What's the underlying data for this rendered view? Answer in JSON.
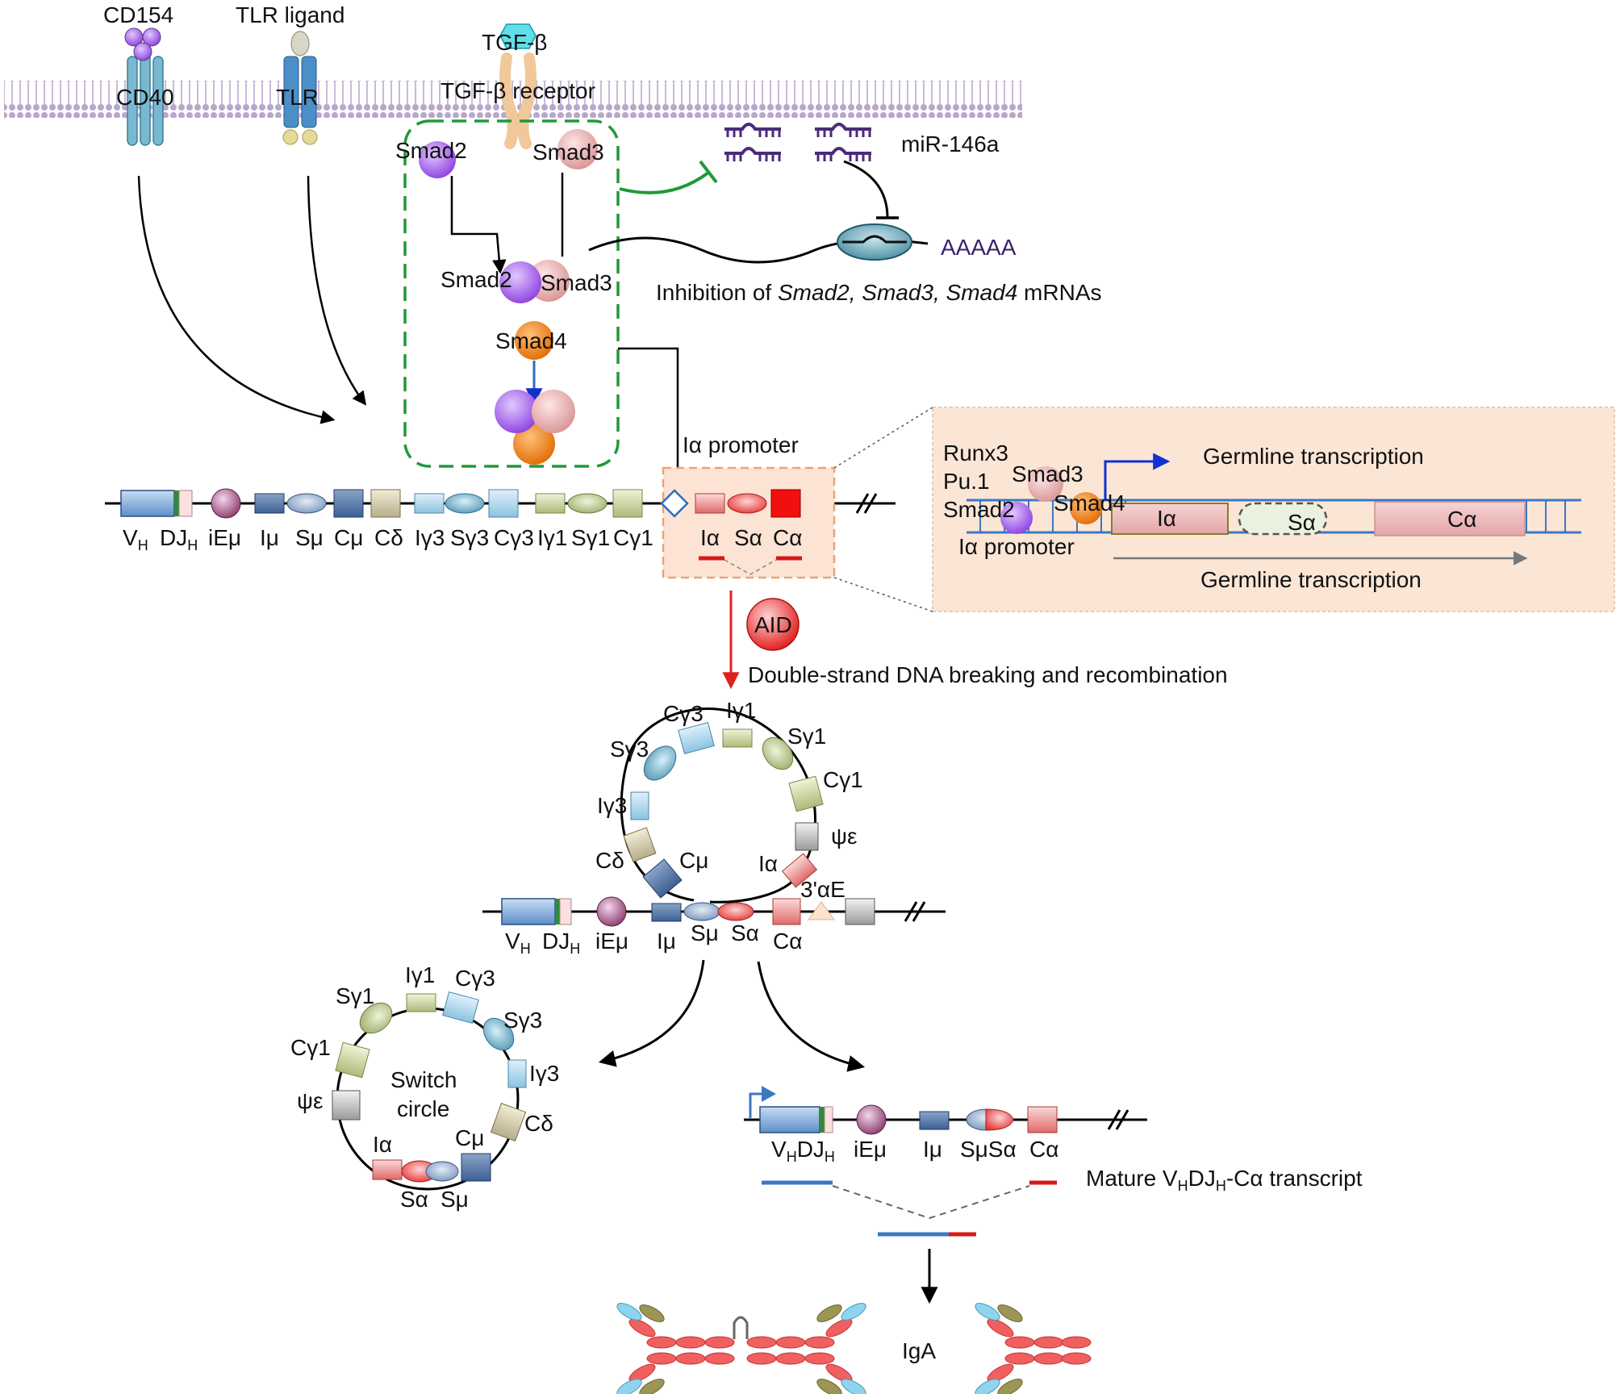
{
  "membrane": {
    "cd154": "CD154",
    "cd40": "CD40",
    "tlr_ligand": "TLR ligand",
    "tlr": "TLR",
    "tgfb": "TGF-β",
    "tgfb_receptor": "TGF-β receptor"
  },
  "smads": {
    "smad2": "Smad2",
    "smad3": "Smad3",
    "smad4": "Smad4"
  },
  "mirna": {
    "label": "miR-146a",
    "polyA": "AAAAA",
    "inhibition_prefix": "Inhibition of ",
    "inhibition_genes": "Smad2, Smad3, Smad4",
    "inhibition_suffix": " mRNAs"
  },
  "locus": {
    "ia_promoter": "Iα promoter",
    "segments": [
      "V",
      "DJ",
      "iEμ",
      "Iμ",
      "Sμ",
      "Cμ",
      "Cδ",
      "Iγ3",
      "Sγ3",
      "Cγ3",
      "Iγ1",
      "Sγ1",
      "Cγ1",
      "Iα",
      "Sα",
      "Cα"
    ],
    "h_sub": "H"
  },
  "inset": {
    "runx3": "Runx3",
    "pu1": "Pu.1",
    "smad3": "Smad3",
    "smad2": "Smad2",
    "smad4": "Smad4",
    "ia_promoter": "Iα promoter",
    "germline_top": "Germline transcription",
    "germline_bottom": "Germline transcription",
    "ia": "Iα",
    "sa": "Sα",
    "ca": "Cα"
  },
  "aid": {
    "label": "AID",
    "caption": "Double-strand DNA breaking and recombination"
  },
  "loop": {
    "segments": [
      "Cγ3",
      "Iγ1",
      "Sγ1",
      "Sγ3",
      "Cγ1",
      "Iγ3",
      "ψε",
      "Cδ",
      "Cμ",
      "Iα",
      "3'αE"
    ],
    "bottom_labels": [
      "V",
      "DJ",
      "iEμ",
      "Iμ",
      "Sμ",
      "Sα",
      "Cα"
    ]
  },
  "switch_circle": {
    "title_line1": "Switch",
    "title_line2": "circle",
    "segments": [
      "Iγ1",
      "Cγ3",
      "Sγ1",
      "Sγ3",
      "Cγ1",
      "Iγ3",
      "ψε",
      "Cδ",
      "Iα",
      "Cμ",
      "Sα",
      "Sμ"
    ]
  },
  "mature": {
    "labels": [
      "V",
      "DJ",
      "iEμ",
      "Iμ",
      "SμSα",
      "Cα"
    ],
    "transcript_prefix": "Mature V",
    "transcript_mid1": "DJ",
    "transcript_suffix": "-Cα transcript",
    "h_sub": "H"
  },
  "output": {
    "iga": "IgA"
  },
  "colors": {
    "smad2": "#9b59e0",
    "smad3": "#e8a8a8",
    "smad4": "#e87514",
    "green_dash": "#1f9a3a",
    "aid_red": "#e02020",
    "mirna_purple": "#4a2b7a",
    "inset_bg": "#fbe6d6"
  }
}
